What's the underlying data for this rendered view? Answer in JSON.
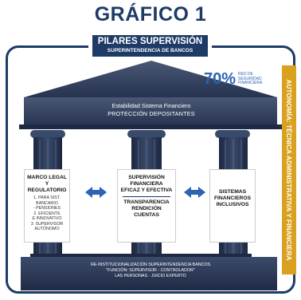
{
  "figure_title": "GRÁFICO 1",
  "header": {
    "title": "PILARES SUPERVISIÓN",
    "subtitle": "SUPERINTENDENCIA DE BANCOS"
  },
  "percent": {
    "value": "70%",
    "label_lines": [
      "RED DE",
      "SEGURIDAD",
      "FINANCIERA"
    ]
  },
  "side_banner": "AUTONOMÍA: TÉCNICA ADMINISTRATIVA Y FINANCIERA",
  "roof": {
    "line1": "Estabilidad Sistema Financiero",
    "line2": "PROTECCIÓN DEPOSITANTES"
  },
  "pillars": {
    "left": {
      "title_lines": [
        "MARCO LEGAL",
        "Y REGULATORIO"
      ],
      "items": [
        "1. PARA SIST. BANCARIO",
        "- PENSIONES",
        "2. EFICIENTE",
        "E INNOVATIVO",
        "3. SUPERVISOR",
        "AUTÓNOMO"
      ]
    },
    "middle": {
      "title_lines": [
        "SUPERVISIÓN",
        "FINANCIERA",
        "EFICAZ Y EFECTIVA"
      ],
      "sub_lines": [
        "TRANSPARENCIA",
        "RENDICIÓN",
        "CUENTAS"
      ]
    },
    "right": {
      "title_lines": [
        "SISTEMAS",
        "FINANCIEROS",
        "INCLUSIVOS"
      ]
    }
  },
  "base": {
    "line1": "RE-INSTITUCIONALIZACIÓN SUPERINTENDENCIA BANCOS",
    "line2": "\"FUNCIÓN: SUPERVISOR - CONTROLADOR\"",
    "line3": "LAS PERSONAS - JUICIO EXPERTO"
  },
  "colors": {
    "navy": "#1e3a66",
    "dark": "#2b3b5a",
    "gold": "#d9a11f",
    "blue": "#2a64b3"
  }
}
